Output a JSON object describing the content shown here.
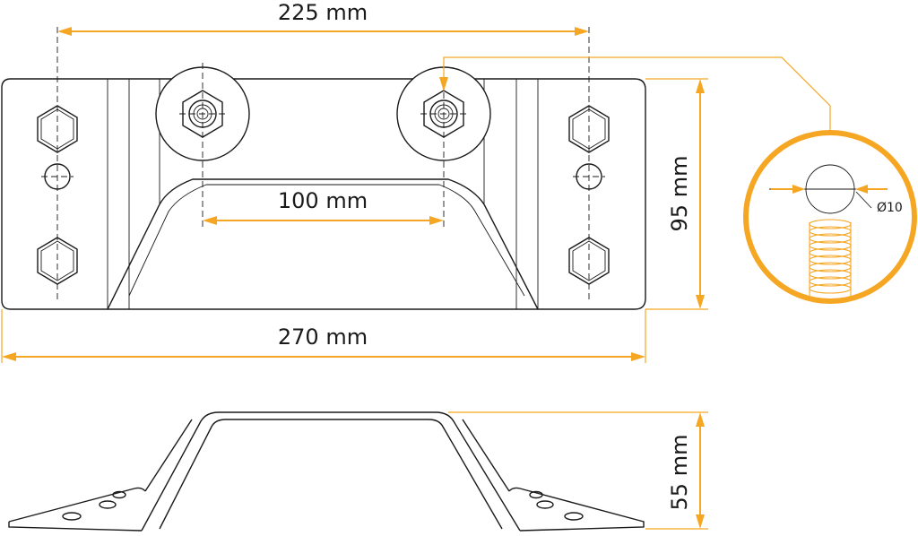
{
  "colors": {
    "accent": "#f5a623",
    "line": "#1a1a1a"
  },
  "dimensions": {
    "bolt_spacing": "225 mm",
    "inner_width": "100 mm",
    "total_length": "270 mm",
    "plate_height": "95 mm",
    "side_height": "55 mm"
  },
  "detail": {
    "diameter_label": "Ø10"
  }
}
